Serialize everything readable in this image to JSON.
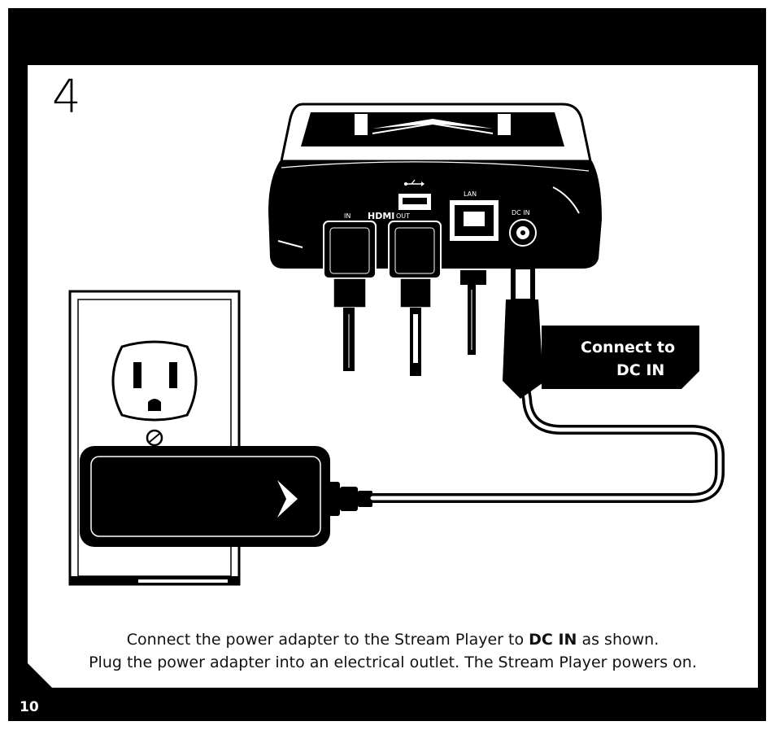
{
  "step": {
    "number": "4"
  },
  "device": {
    "ports": {
      "hdmi_in": "IN",
      "hdmi_logo": "HDMI",
      "hdmi_out": "OUT",
      "lan": "LAN",
      "dc_in": "DC IN"
    }
  },
  "callout": {
    "line1": "Connect to",
    "line2": "DC IN"
  },
  "caption": {
    "line1_before": "Connect the power adapter to the Stream Player to ",
    "line1_bold": "DC IN",
    "line1_after": " as shown.",
    "line2": "Plug the power adapter into an electrical outlet. The Stream Player powers on."
  },
  "page": {
    "number": "10"
  },
  "icons": [
    "usb-icon",
    "outlet-icon",
    "power-adapter-chevron-icon"
  ]
}
